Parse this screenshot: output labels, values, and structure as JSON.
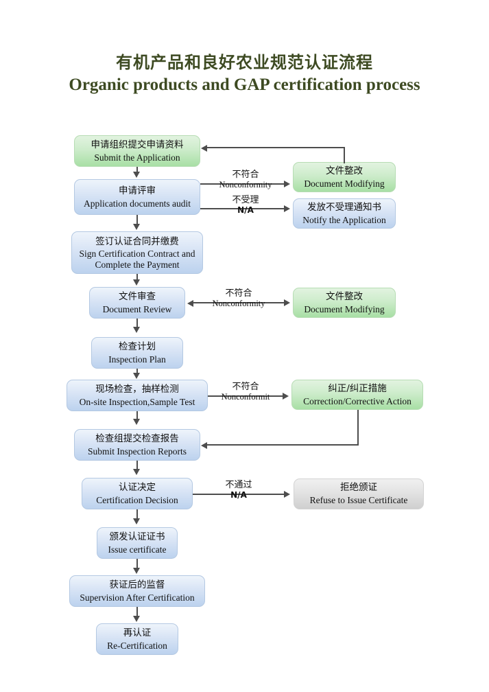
{
  "title": {
    "cn": "有机产品和良好农业规范认证流程",
    "en": "Organic products and GAP certification process",
    "color": "#3d4a22"
  },
  "colors": {
    "blue_node": "#bcd2ee",
    "green_node": "#a8dfa5",
    "gray_node": "#cfcfcf",
    "connector": "#4d4d4d",
    "text": "#111111"
  },
  "nodes": [
    {
      "id": "submit_application",
      "cn": "申请组织提交申请资料",
      "en": "Submit the Application",
      "style": "green"
    },
    {
      "id": "application_audit",
      "cn": "申请评审",
      "en": "Application documents audit",
      "style": "blue"
    },
    {
      "id": "document_modifying_1",
      "cn": "文件整改",
      "en": "Document Modifying",
      "style": "green"
    },
    {
      "id": "notify_application",
      "cn": "发放不受理通知书",
      "en": "Notify the Application",
      "style": "blue"
    },
    {
      "id": "sign_contract",
      "cn": "签订认证合同并缴费",
      "en": "Sign Certification Contract and Complete the Payment",
      "style": "blue"
    },
    {
      "id": "document_review",
      "cn": "文件审查",
      "en": "Document Review",
      "style": "blue"
    },
    {
      "id": "document_modifying_2",
      "cn": "文件整改",
      "en": "Document Modifying",
      "style": "green"
    },
    {
      "id": "inspection_plan",
      "cn": "检查计划",
      "en": "Inspection Plan",
      "style": "blue"
    },
    {
      "id": "onsite_inspection",
      "cn": "现场检查，抽样检测",
      "en": "On-site Inspection,Sample Test",
      "style": "blue"
    },
    {
      "id": "correction",
      "cn": "纠正/纠正措施",
      "en": "Correction/Corrective Action",
      "style": "green"
    },
    {
      "id": "submit_reports",
      "cn": "检查组提交检查报告",
      "en": "Submit Inspection Reports",
      "style": "blue"
    },
    {
      "id": "certification_decision",
      "cn": "认证决定",
      "en": "Certification Decision",
      "style": "blue"
    },
    {
      "id": "refuse_certificate",
      "cn": "拒绝颁证",
      "en": "Refuse to Issue Certificate",
      "style": "gray"
    },
    {
      "id": "issue_certificate",
      "cn": "颁发认证证书",
      "en": "Issue certificate",
      "style": "blue"
    },
    {
      "id": "supervision",
      "cn": "获证后的监督",
      "en": "Supervision After Certification",
      "style": "blue"
    },
    {
      "id": "recertification",
      "cn": "再认证",
      "en": "Re-Certification",
      "style": "blue"
    }
  ],
  "edge_labels": [
    {
      "id": "audit_nonconformity",
      "cn": "不符合",
      "en": "Nonconformity"
    },
    {
      "id": "audit_na",
      "cn": "不受理",
      "en": "N/A"
    },
    {
      "id": "review_nonconformity",
      "cn": "不符合",
      "en": "Nonconformity"
    },
    {
      "id": "onsite_nonconformit",
      "cn": "不符合",
      "en": "Nonconformit"
    },
    {
      "id": "decision_fail",
      "cn": "不通过",
      "en": "N/A"
    }
  ]
}
